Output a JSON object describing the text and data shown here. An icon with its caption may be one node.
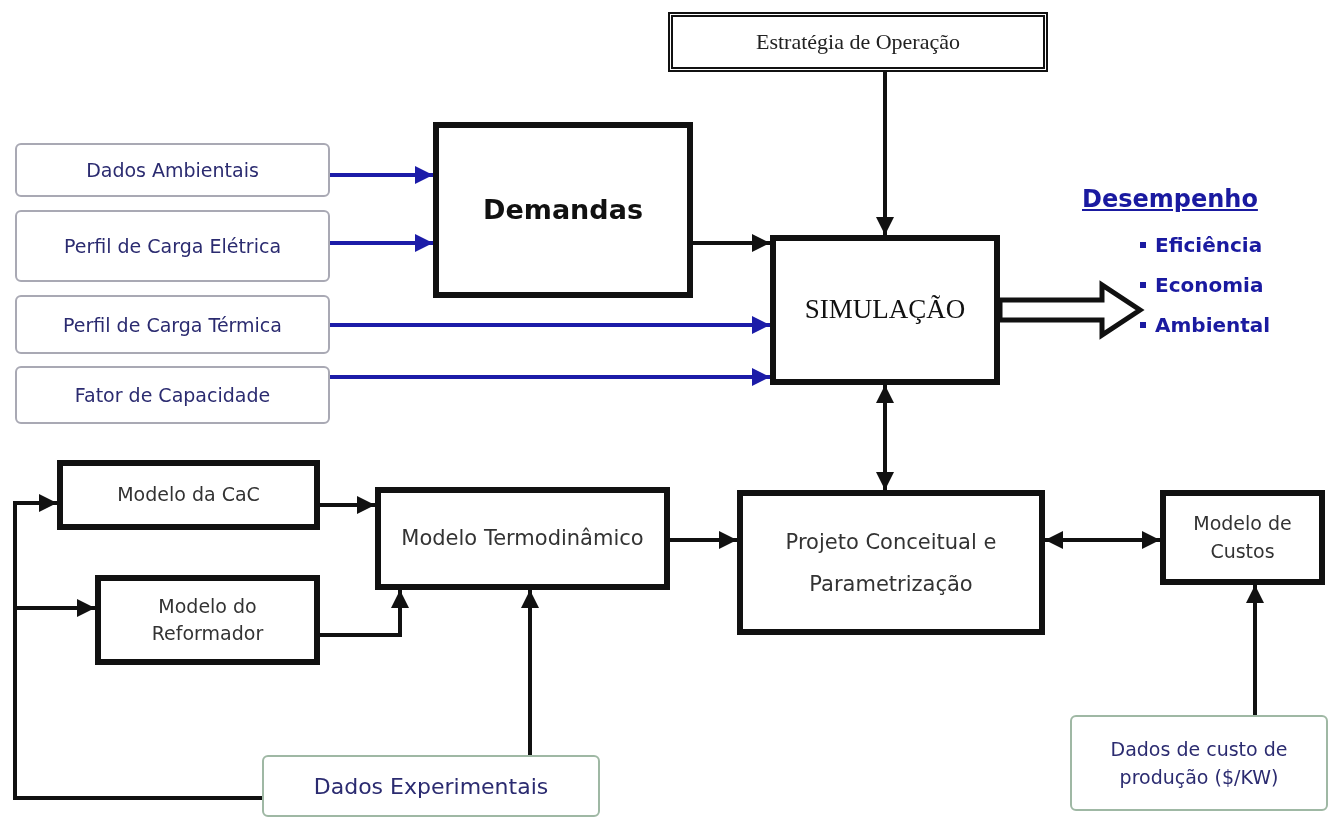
{
  "diagram": {
    "nodes": [
      {
        "text": [
          "Estratégia de Operação"
        ]
      },
      {
        "text": [
          "Dados Ambientais"
        ]
      },
      {
        "text": [
          "Perfil de Carga Elétrica"
        ]
      },
      {
        "text": [
          "Perfil de Carga Térmica"
        ]
      },
      {
        "text": [
          "Fator de Capacidade"
        ]
      },
      {
        "text": [
          "Demandas"
        ]
      },
      {
        "text": [
          "SIMULAÇÃO"
        ]
      },
      {
        "text": [
          "Desempenho",
          "Eficiência",
          "Economia",
          "Ambiental"
        ]
      },
      {
        "text": [
          "Modelo da CaC"
        ]
      },
      {
        "text": [
          "Modelo do Reformador"
        ]
      },
      {
        "text": [
          "Modelo Termodinâmico"
        ]
      },
      {
        "text": [
          "Projeto Conceitual e Parametrização"
        ]
      },
      {
        "text": [
          "Modelo de Custos"
        ]
      },
      {
        "text": [
          "Dados Experimentais"
        ]
      },
      {
        "text": [
          "Dados de custo de produção ($/KW)"
        ]
      }
    ],
    "edges": [
      {
        "from": 1,
        "to": 5,
        "arrow": "to",
        "color": "#1c1ca8"
      },
      {
        "from": 2,
        "to": 5,
        "arrow": "to",
        "color": "#1c1ca8"
      },
      {
        "from": 3,
        "to": 6,
        "arrow": "to",
        "color": "#1c1ca8"
      },
      {
        "from": 4,
        "to": 6,
        "arrow": "to",
        "color": "#1c1ca8"
      },
      {
        "from": 5,
        "to": 6,
        "arrow": "to"
      },
      {
        "from": 0,
        "to": 6,
        "arrow": "to"
      },
      {
        "from": 6,
        "to": 11,
        "arrow": "both"
      },
      {
        "from": 6,
        "to": 7,
        "arrow": "to",
        "style": "thick"
      },
      {
        "from": 8,
        "to": 10,
        "arrow": "to"
      },
      {
        "from": 9,
        "to": 10,
        "arrow": "to"
      },
      {
        "from": 10,
        "to": 11,
        "arrow": "to"
      },
      {
        "from": 11,
        "to": 12,
        "arrow": "both"
      },
      {
        "from": 14,
        "to": 12,
        "arrow": "to"
      },
      {
        "from": 13,
        "to": 10,
        "arrow": "to"
      },
      {
        "from": 13,
        "to": 8,
        "arrow": "to"
      },
      {
        "from": 13,
        "to": 9,
        "arrow": "to"
      }
    ]
  }
}
